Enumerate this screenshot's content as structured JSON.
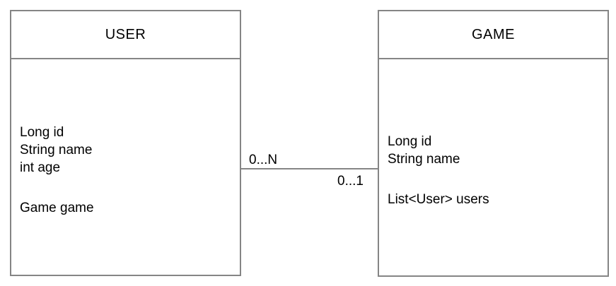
{
  "diagram": {
    "type": "uml-class-diagram",
    "background_color": "#ffffff",
    "stroke_color": "#858585",
    "text_color": "#000000",
    "entities": [
      {
        "id": "user",
        "title": "USER",
        "attributes": [
          "Long id",
          "String name",
          "int age",
          "",
          "Game game"
        ]
      },
      {
        "id": "game",
        "title": "GAME",
        "attributes": [
          "Long id",
          "String name",
          "",
          "List<User> users"
        ]
      }
    ],
    "relationship": {
      "from": "USER",
      "to": "GAME",
      "source_multiplicity": "0...N",
      "target_multiplicity": "0...1"
    }
  }
}
